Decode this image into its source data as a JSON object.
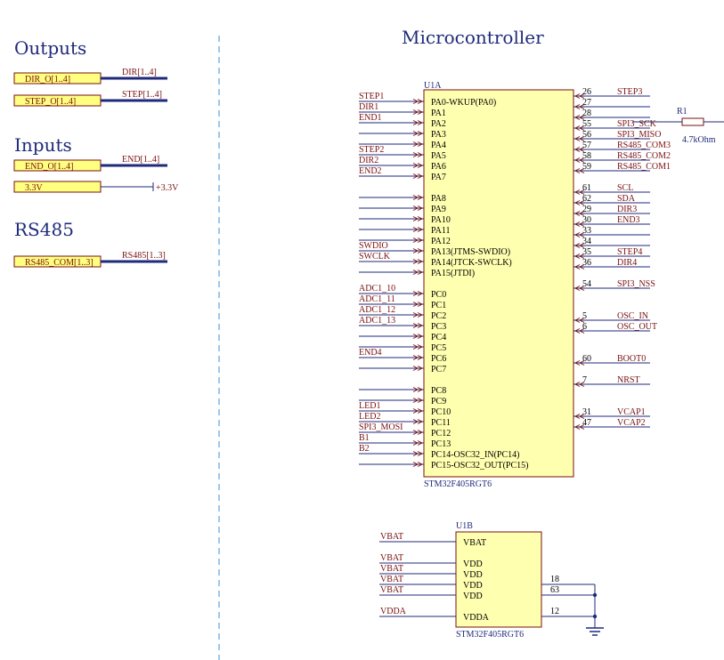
{
  "titles": {
    "outputs": "Outputs",
    "inputs": "Inputs",
    "rs485": "RS485",
    "micro": "Microcontroller"
  },
  "ports": [
    {
      "label": "DIR_O[1..4]",
      "net": "DIR[1..4]",
      "bus": true
    },
    {
      "label": "STEP_O[1..4]",
      "net": "STEP[1..4]",
      "bus": true
    },
    {
      "label": "END_O[1..4]",
      "net": "END[1..4]",
      "bus": true
    },
    {
      "label": "3.3V",
      "net": "+3.3V",
      "bus": false
    },
    {
      "label": "RS485_COM[1..3]",
      "net": "RS485[1..3]",
      "bus": true
    }
  ],
  "u1a": {
    "designator": "U1A",
    "part": "STM32F405RGT6",
    "left_pins": [
      {
        "name": "PA0-WKUP(PA0)",
        "net": "STEP1"
      },
      {
        "name": "PA1",
        "net": "DIR1"
      },
      {
        "name": "PA2",
        "net": "END1"
      },
      {
        "name": "PA3",
        "net": ""
      },
      {
        "name": "PA4",
        "net": ""
      },
      {
        "name": "PA5",
        "net": "STEP2"
      },
      {
        "name": "PA6",
        "net": "DIR2"
      },
      {
        "name": "PA7",
        "net": "END2"
      },
      null,
      {
        "name": "PA8",
        "net": ""
      },
      {
        "name": "PA9",
        "net": ""
      },
      {
        "name": "PA10",
        "net": ""
      },
      {
        "name": "PA11",
        "net": ""
      },
      {
        "name": "PA12",
        "net": ""
      },
      {
        "name": "PA13(JTMS-SWDIO)",
        "net": "SWDIO"
      },
      {
        "name": "PA14(JTCK-SWCLK)",
        "net": "SWCLK"
      },
      {
        "name": "PA15(JTDI)",
        "net": ""
      },
      null,
      {
        "name": "PC0",
        "net": "ADC1_10"
      },
      {
        "name": "PC1",
        "net": "ADC1_11"
      },
      {
        "name": "PC2",
        "net": "ADC1_12"
      },
      {
        "name": "PC3",
        "net": "ADC1_13"
      },
      {
        "name": "PC4",
        "net": ""
      },
      {
        "name": "PC5",
        "net": ""
      },
      {
        "name": "PC6",
        "net": "END4"
      },
      {
        "name": "PC7",
        "net": ""
      },
      null,
      {
        "name": "PC8",
        "net": ""
      },
      {
        "name": "PC9",
        "net": ""
      },
      {
        "name": "PC10",
        "net": "LED1"
      },
      {
        "name": "PC11",
        "net": "LED2"
      },
      {
        "name": "PC12",
        "net": "SPI3_MOSI"
      },
      {
        "name": "PC13",
        "net": "B1"
      },
      {
        "name": "PC14-OSC32_IN(PC14)",
        "net": "B2"
      },
      {
        "name": "PC15-OSC32_OUT(PC15)",
        "net": ""
      }
    ],
    "right_pins": [
      {
        "num": "26",
        "net": "STEP3"
      },
      {
        "num": "27",
        "net": ""
      },
      {
        "num": "28",
        "net": ""
      },
      {
        "num": "55",
        "net": "SPI3_SCK"
      },
      {
        "num": "56",
        "net": "SPI3_MISO"
      },
      {
        "num": "57",
        "net": "RS485_COM3"
      },
      {
        "num": "58",
        "net": "RS485_COM2"
      },
      {
        "num": "59",
        "net": "RS485_COM1"
      },
      null,
      {
        "num": "61",
        "net": "SCL"
      },
      {
        "num": "62",
        "net": "SDA"
      },
      {
        "num": "29",
        "net": "DIR3"
      },
      {
        "num": "30",
        "net": "END3"
      },
      {
        "num": "33",
        "net": ""
      },
      {
        "num": "34",
        "net": ""
      },
      {
        "num": "35",
        "net": "STEP4"
      },
      {
        "num": "36",
        "net": "DIR4"
      },
      null,
      {
        "num": "54",
        "net": "SPI3_NSS"
      },
      null,
      null,
      {
        "num": "5",
        "net": "OSC_IN"
      },
      {
        "num": "6",
        "net": "OSC_OUT"
      },
      null,
      null,
      {
        "num": "60",
        "net": "BOOT0"
      },
      null,
      {
        "num": "7",
        "net": "NRST"
      },
      null,
      null,
      {
        "num": "31",
        "net": "VCAP1"
      },
      {
        "num": "47",
        "net": "VCAP2"
      }
    ],
    "resistor": {
      "designator": "R1",
      "value": "4.7kOhm"
    }
  },
  "u1b": {
    "designator": "U1B",
    "part": "STM32F405RGT6",
    "pins": [
      {
        "name": "VBAT",
        "net": "VBAT",
        "num": ""
      },
      null,
      {
        "name": "VDD",
        "net": "VBAT",
        "num": ""
      },
      {
        "name": "VDD",
        "net": "VBAT",
        "num": ""
      },
      {
        "name": "VDD",
        "net": "VBAT",
        "num": "18"
      },
      {
        "name": "VDD",
        "net": "VBAT",
        "num": "63"
      },
      null,
      {
        "name": "VDDA",
        "net": "VDDA",
        "num": "12"
      }
    ]
  },
  "colors": {
    "wire": "#1f2a7a",
    "net": "#7a1010",
    "body": "#ffffb0",
    "title": "#1f2a7a",
    "divider": "#3f8fd0"
  }
}
